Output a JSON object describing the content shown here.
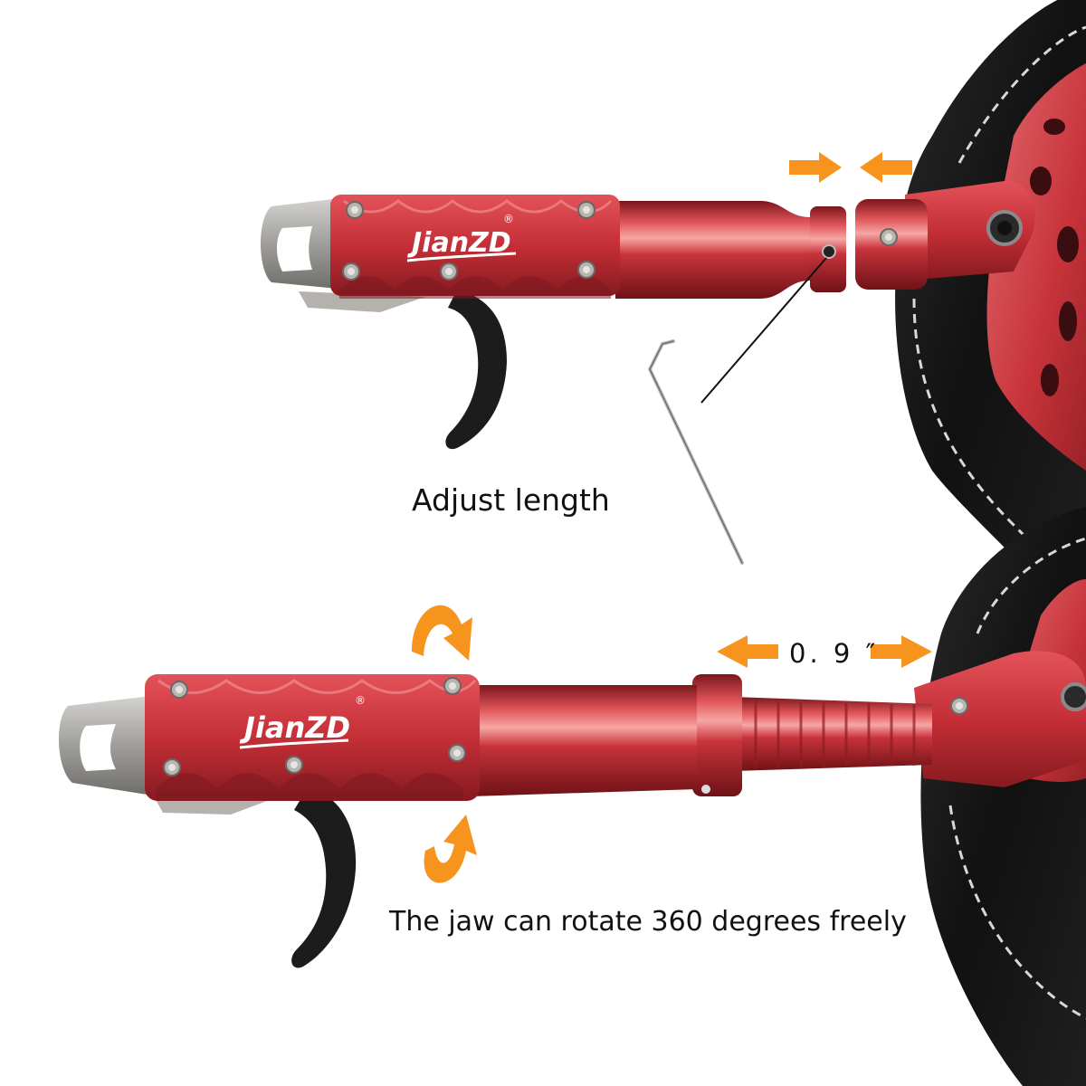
{
  "brand": {
    "logo_text": "JianZD",
    "registered_mark": "®"
  },
  "captions": {
    "adjust_length": "Adjust length",
    "rotate_jaw": "The jaw can rotate 360 degrees freely",
    "extension_measure": "0. 9 ″"
  },
  "colors": {
    "background": "#ffffff",
    "body_red": "#c8333b",
    "body_red_dark": "#8e1c22",
    "jaw_steel": "#a9a7a3",
    "trigger_black": "#1c1c1c",
    "leather_black": "#151515",
    "stitching": "#d8d8d8",
    "arrow_orange": "#f7941d",
    "caption_text": "#111111"
  },
  "icons": {
    "compress_arrows": "arrows-pointing-inward-icon",
    "extend_arrows": "arrows-pointing-outward-icon",
    "rotate_arrows": "circular-rotation-arrows-icon",
    "hex_key": "allen-key-icon"
  }
}
